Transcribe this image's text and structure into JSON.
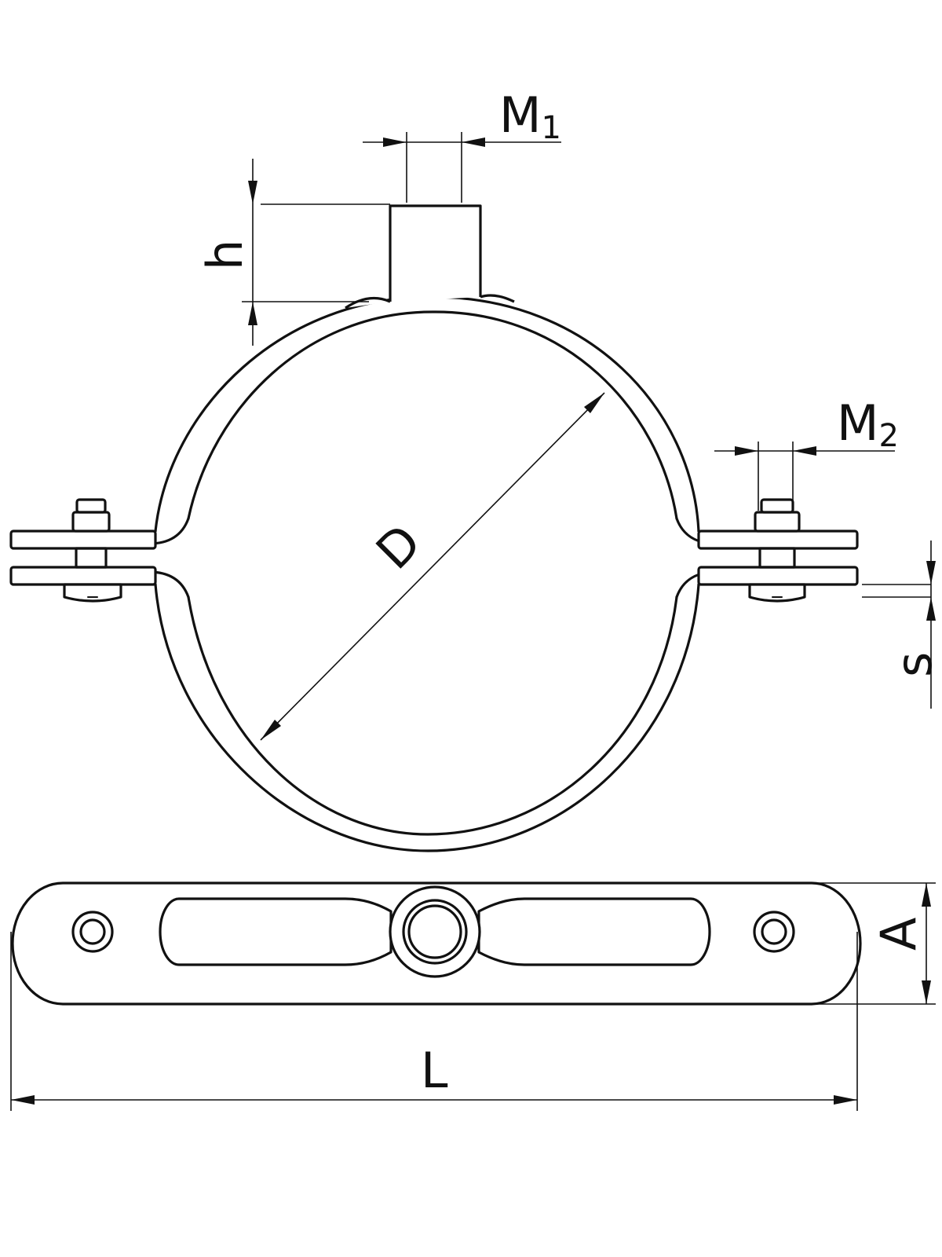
{
  "labels": {
    "M1": "M",
    "M1_sub": "1",
    "M2": "M",
    "M2_sub": "2",
    "h": "h",
    "D": "D",
    "s": "s",
    "A": "A",
    "L": "L"
  },
  "colors": {
    "stroke": "#111111",
    "background": "#ffffff"
  }
}
